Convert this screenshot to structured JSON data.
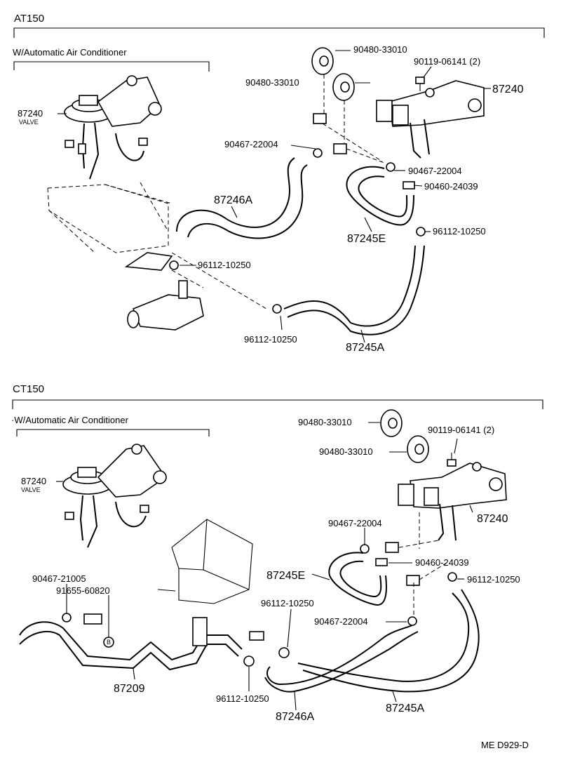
{
  "sections": {
    "top": {
      "title": "AT150",
      "subtitle": "W/Automatic Air Conditioner",
      "labels": {
        "valve_pn": "87240",
        "valve_word": "VALVE",
        "grommet_a": "90480-33010",
        "grommet_b": "90480-33010",
        "bolt": "90119-06141 (2)",
        "bracket": "87240",
        "clamp_a": "90467-22004",
        "clamp_b": "90467-22004",
        "clip": "90460-24039",
        "hose_a": "87246A",
        "hose_e": "87245E",
        "clamp_c": "96112-10250",
        "clamp_d": "96112-10250",
        "clamp_e": "96112-10250",
        "hose_b": "87245A"
      }
    },
    "bottom": {
      "title": "CT150",
      "subtitle": "·W/Automatic Air Conditioner",
      "labels": {
        "valve_pn": "87240",
        "valve_word": "VALVE",
        "grommet_a": "90480-33010",
        "grommet_b": "90480-33010",
        "bolt": "90119-06141 (2)",
        "bracket": "87240",
        "clamp_a": "90467-22004",
        "clip": "90460-24039",
        "hose_e": "87245E",
        "clamp_c": "96112-10250",
        "clamp_f": "90467-21005",
        "pipe_bolt": "91655-60820",
        "clamp_g": "96112-10250",
        "clamp_b": "90467-22004",
        "pipe": "87209",
        "clamp_h": "96112-10250",
        "hose_a": "87246A",
        "hose_b": "87245A",
        "marker": "B"
      }
    },
    "footer": {
      "code": "ME D929-D"
    }
  }
}
